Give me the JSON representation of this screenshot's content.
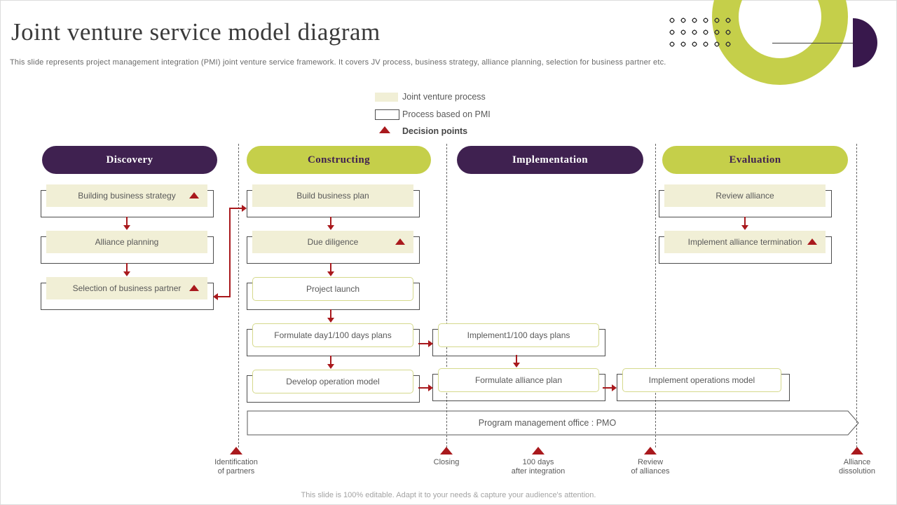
{
  "slide": {
    "title": "Joint venture service model diagram",
    "subtitle": "This slide represents project management integration (PMI)  joint venture service framework. It covers JV process, business strategy, alliance planning, selection for business partner etc.",
    "footer": "This slide is 100% editable. Adapt it to your needs & capture your audience's attention."
  },
  "legend": {
    "jv": "Joint venture process",
    "pmi": "Process based on PMI",
    "decision": "Decision points"
  },
  "phases": {
    "discovery": "Discovery",
    "constructing": "Constructing",
    "implementation": "Implementation",
    "evaluation": "Evaluation"
  },
  "steps": {
    "building_business_strategy": "Building business strategy",
    "alliance_planning": "Alliance planning",
    "selection_of_business_partner": "Selection of business partner",
    "build_business_plan": "Build business plan",
    "due_diligence": "Due diligence",
    "project_launch": "Project launch",
    "formulate_day1_plans": "Formulate day1/100 days plans",
    "develop_operation_model": "Develop operation model",
    "implement_100_days_plans": "Implement1/100 days plans",
    "formulate_alliance_plan": "Formulate alliance plan",
    "implement_operations_model": "Implement operations model",
    "review_alliance": "Review alliance",
    "implement_alliance_termination": "Implement alliance termination"
  },
  "banner": {
    "pmo": "Program management office : PMO"
  },
  "timeline": {
    "m1": {
      "l1": "Identification",
      "l2": "of partners"
    },
    "m2": {
      "l1": "Closing",
      "l2": ""
    },
    "m3": {
      "l1": "100 days",
      "l2": "after integration"
    },
    "m4": {
      "l1": "Review",
      "l2": "of alliances"
    },
    "m5": {
      "l1": "Alliance",
      "l2": "dissolution"
    }
  },
  "colors": {
    "purple": "#3F2150",
    "green": "#C5CF4A",
    "beige": "#F1EFD6",
    "red": "#A9191D"
  }
}
